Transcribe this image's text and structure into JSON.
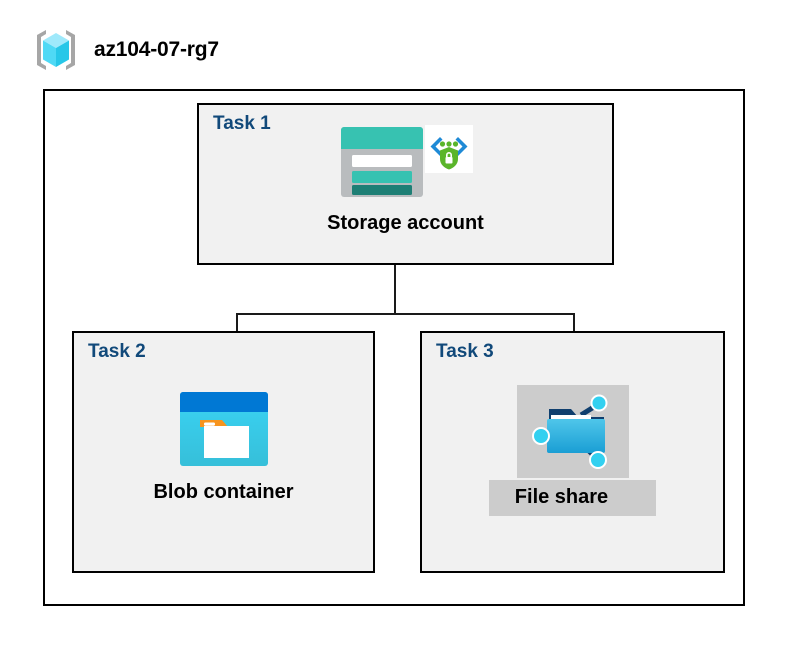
{
  "header": {
    "icon": "resource-group-icon",
    "title": "az104-07-rg7"
  },
  "diagram": {
    "type": "hierarchy",
    "root": "Storage account",
    "panels": [
      {
        "id": "task1",
        "label": "Task 1",
        "node": {
          "caption": "Storage account",
          "icons": [
            "storage-account-icon",
            "secure-endpoint-icon"
          ],
          "highlighted": false
        }
      },
      {
        "id": "task2",
        "label": "Task 2",
        "node": {
          "caption": "Blob container",
          "icons": [
            "blob-container-icon"
          ],
          "highlighted": false
        }
      },
      {
        "id": "task3",
        "label": "Task 3",
        "node": {
          "caption": "File share",
          "icons": [
            "file-share-icon"
          ],
          "highlighted": true
        }
      }
    ],
    "edges": [
      {
        "from": "Storage account",
        "to": "Blob container"
      },
      {
        "from": "Storage account",
        "to": "File share"
      }
    ]
  },
  "colors": {
    "panel_fill": "#f1f1f1",
    "panel_border": "#000000",
    "task_label": "#11497a",
    "caption": "#000000",
    "highlight": "#cccccc",
    "canvas": "#ffffff",
    "storage_teal": "#37c2b1",
    "storage_teal_dark": "#1e7f75",
    "blob_blue": "#0078d4",
    "blob_cyan": "#32c8ee",
    "blob_orange": "#f7941e",
    "shield_green": "#5ab52a",
    "bracket_blue": "#1f8ad6",
    "node_cyan": "#32d0f0",
    "cube_cyan": "#6fe4ff"
  }
}
